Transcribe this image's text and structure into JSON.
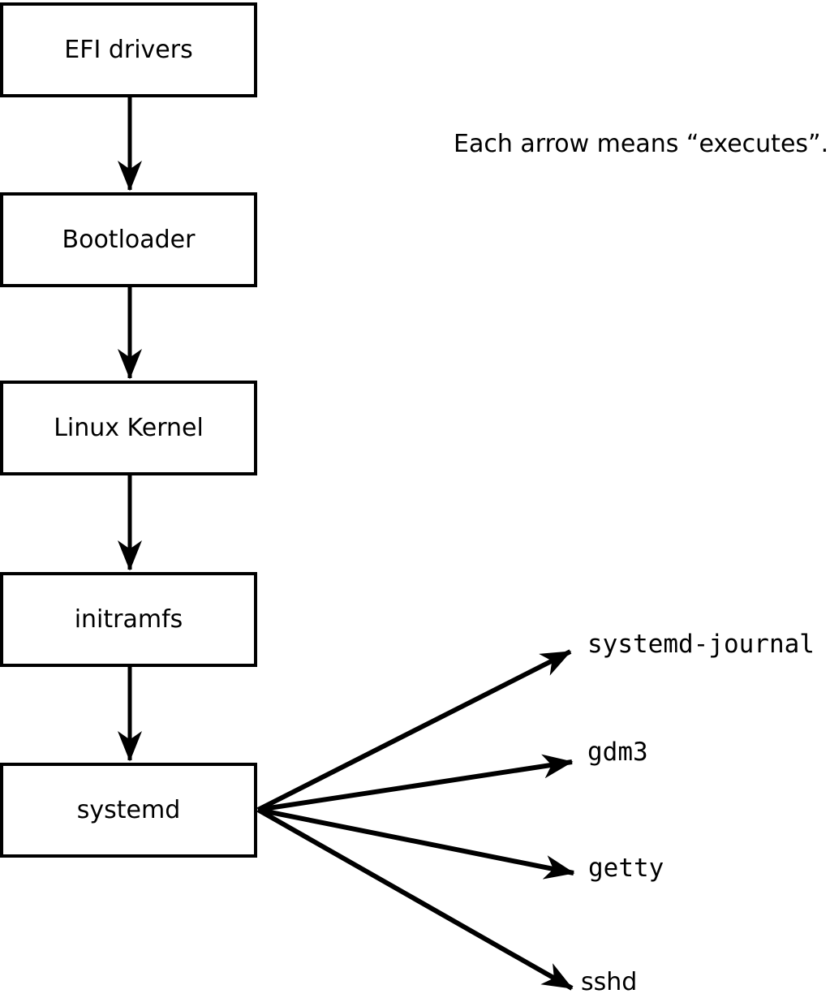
{
  "diagram": {
    "annotation": "Each arrow means “executes”.",
    "colors": {
      "background": "#ffffff",
      "stroke": "#000000",
      "box_fill": "#ffffff",
      "text": "#000000"
    },
    "boot_chain": [
      {
        "label": "EFI drivers"
      },
      {
        "label": "Bootloader"
      },
      {
        "label": "Linux Kernel"
      },
      {
        "label": "initramfs"
      },
      {
        "label": "systemd"
      }
    ],
    "spawned_services": [
      {
        "label": "systemd-journal"
      },
      {
        "label": "gdm3"
      },
      {
        "label": "getty"
      },
      {
        "label": "sshd"
      }
    ],
    "edges": [
      {
        "from": "EFI drivers",
        "to": "Bootloader",
        "meaning": "executes"
      },
      {
        "from": "Bootloader",
        "to": "Linux Kernel",
        "meaning": "executes"
      },
      {
        "from": "Linux Kernel",
        "to": "initramfs",
        "meaning": "executes"
      },
      {
        "from": "initramfs",
        "to": "systemd",
        "meaning": "executes"
      },
      {
        "from": "systemd",
        "to": "systemd-journal",
        "meaning": "executes"
      },
      {
        "from": "systemd",
        "to": "gdm3",
        "meaning": "executes"
      },
      {
        "from": "systemd",
        "to": "getty",
        "meaning": "executes"
      },
      {
        "from": "systemd",
        "to": "sshd",
        "meaning": "executes"
      }
    ]
  }
}
